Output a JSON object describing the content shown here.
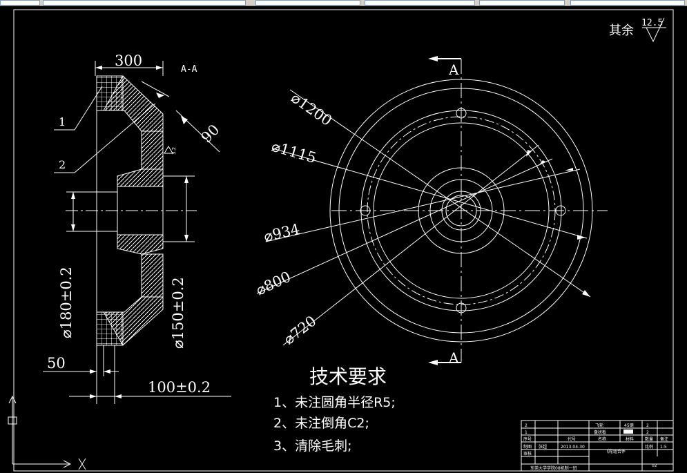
{
  "roughness": {
    "label": "其余",
    "value": "12.5"
  },
  "section": {
    "title": "A-A",
    "cut_label_top": "A",
    "cut_label_bottom": "A"
  },
  "dims": {
    "width_top": "300",
    "angle": "90",
    "dia_left": "⌀180±0.2",
    "dia_right": "⌀150±0.2",
    "offset_50": "50",
    "length_100": "100±0.2",
    "rough_small": "3.2",
    "d1200": "⌀1200",
    "d1115": "⌀1115",
    "d934": "⌀934",
    "d800": "⌀800",
    "d720": "⌀720"
  },
  "leaders": {
    "item1": "1",
    "item2": "2"
  },
  "tech": {
    "title": "技术要求",
    "lines": [
      "1、未注圆角半径R5;",
      "2、未注倒角C2;",
      "3、清除毛刺;"
    ]
  },
  "titleblock": {
    "part_name": "飞轮",
    "material": "45钢",
    "qty": "2",
    "assembly": "飞轮组合件",
    "scale_label": "比例",
    "scale": "1:5",
    "seq_label": "序号",
    "code_label": "代号",
    "name_label": "名称",
    "mat_label": "材料",
    "count_label": "数量",
    "note_label": "备注",
    "draw_label": "制图",
    "check_label": "审核",
    "drawer": "张超",
    "date": "2013-04-30",
    "school": "东莞大学学院08机制一班",
    "sheet": "02",
    "row2_seq": "2",
    "row1_seq": "1",
    "row1_name": "盘状板",
    "row1_qty": "2"
  },
  "colors": {
    "background": "#000000",
    "lines": "#ffffff",
    "toolbar": "#d4d0c8"
  }
}
